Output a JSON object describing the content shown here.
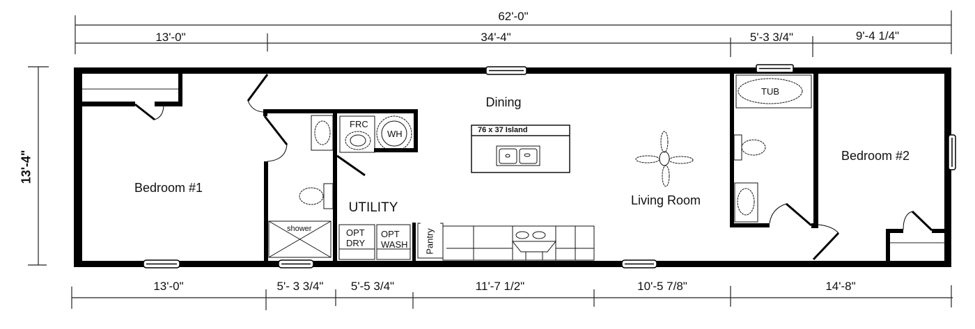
{
  "plan": {
    "overall_length": "62'-0\"",
    "overall_width": "13'-4\"",
    "top_dimensions": [
      "13'-0\"",
      "34'-4\"",
      "5'-3 3/4\"",
      "9'-4 1/4\""
    ],
    "bottom_dimensions": [
      "13'-0\"",
      "5'- 3 3/4\"",
      "5'-5 3/4\"",
      "11'-7 1/2\"",
      "10'-5 7/8\"",
      "14'-8\""
    ]
  },
  "rooms": {
    "bedroom1": "Bedroom #1",
    "dining": "Dining",
    "utility": "UTILITY",
    "living": "Living Room",
    "bedroom2": "Bedroom #2"
  },
  "fixtures": {
    "frc": "FRC",
    "wh": "WH",
    "island": "76 x 37 Island",
    "shower": "shower",
    "opt_dry_1": "OPT",
    "opt_dry_2": "DRY",
    "opt_wash_1": "OPT",
    "opt_wash_2": "WASH",
    "pantry": "Pantry",
    "tub": "TUB"
  },
  "colors": {
    "wall": "#000000",
    "line": "#111111",
    "background": "#ffffff"
  }
}
